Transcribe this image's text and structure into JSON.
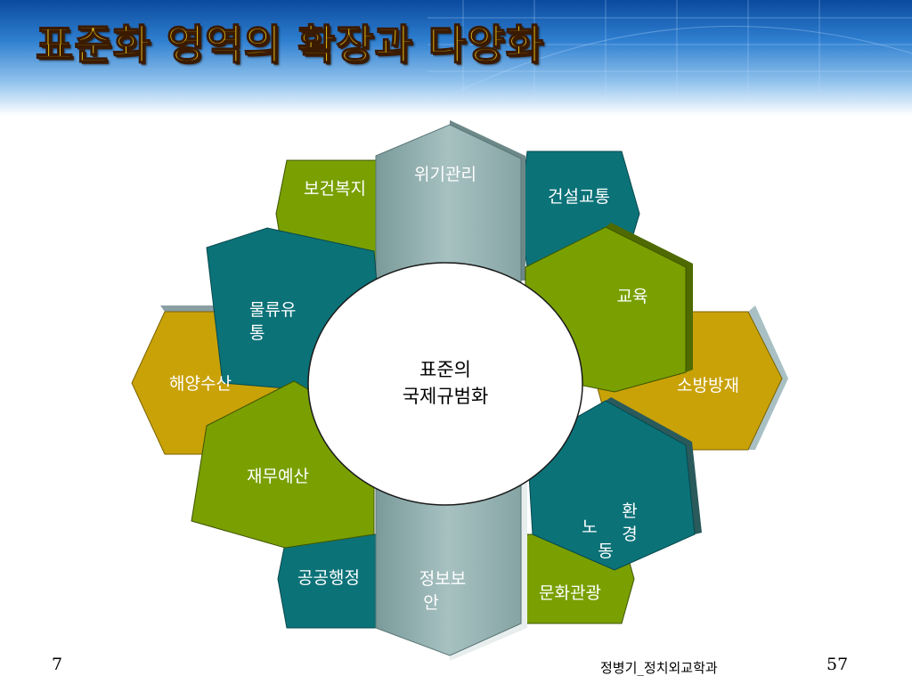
{
  "slide": {
    "title": "표준화 영역의 확장과 다양화",
    "slide_number": "7",
    "author": "정병기_정치외교학과",
    "page_number": "57"
  },
  "diagram": {
    "center_line1": "표준의",
    "center_line2": "국제규범화",
    "labels": {
      "wigi": "위기관리",
      "bogeon": "보건복지",
      "geonseol": "건설교통",
      "mulryu_1": "물류유",
      "mulryu_2": "통",
      "gyoyuk": "교육",
      "haeyang": "해양수산",
      "sobang": "소방방재",
      "jaemu": "재무예산",
      "hwan": "환",
      "gyeong": "경",
      "no": "노",
      "dong": "동",
      "gonggong": "공공행정",
      "jeongbo_1": "정보보",
      "jeongbo_2": "안",
      "munhwa": "문화관광"
    },
    "colors": {
      "olive": "#79a000",
      "teal": "#0b7278",
      "gold": "#c9a208",
      "gray": "#8fb0b0",
      "dark_edge": "#1a3a3c"
    }
  }
}
